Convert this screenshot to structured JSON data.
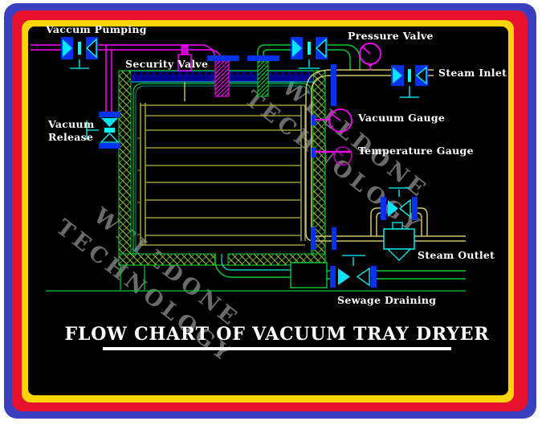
{
  "title": {
    "text": "FLOW CHART OF VACUUM TRAY DRYER"
  },
  "watermark": {
    "line1": "WELLDONE",
    "line2": "TECHNOLOGY"
  },
  "labels": {
    "vaccum_pumping": "Vaccum Pumping",
    "security_valve": "Security Valve",
    "pressure_valve": "Pressure Valve",
    "steam_inlet": "Steam Inlet",
    "vacuum_release_1": "Vacuum",
    "vacuum_release_2": "Release",
    "vacuum_gauge": "Vacuum Gauge",
    "temperature_gauge": "Temperature Gauge",
    "steam_outlet": "Steam Outlet",
    "sewage_draining": "Sewage Draining"
  },
  "colors": {
    "frame_blue": "#3a3fbf",
    "frame_red": "#e8112d",
    "frame_yellow": "#ffd500",
    "canvas_black": "#000000",
    "pipe_magenta": "#ff00ff",
    "pipe_green": "#00cc33",
    "pipe_steam_khaki": "#cfc36a",
    "flange_blue": "#0033ee",
    "valve_cyan": "#00ffff",
    "tray_olive": "#9b9b35",
    "jacket_navy": "#000090",
    "watermark_gray": "#8a8a8a",
    "label_white": "#ffffff"
  }
}
